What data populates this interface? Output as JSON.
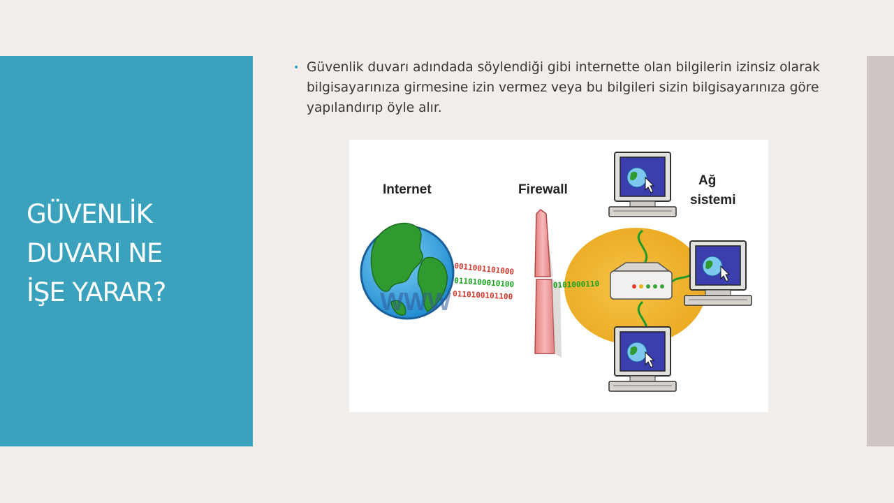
{
  "slide": {
    "title_lines": [
      "GÜVENLİK",
      "DUVARI NE",
      "İŞE YARAR?"
    ],
    "bullet": "Güvenlik duvarı adındada söylendiği gibi internette olan bilgilerin izinsiz olarak bilgisayarınıza girmesine izin vermez veya bu bilgileri sizin bilgisayarınıza göre yapılandırıp öyle alır.",
    "bullet_symbol": "•"
  },
  "diagram": {
    "labels": {
      "internet": "Internet",
      "firewall": "Firewall",
      "network_line1": "Ağ",
      "network_line2": "sistemi"
    },
    "globe_text": "WWW",
    "bits": {
      "top_red": "0011001101000",
      "middle_green": "0110100010100",
      "bottom_red": "0110100101100",
      "to_network_green": "0101000110"
    },
    "colors": {
      "panel": "#3ba2bd",
      "firewall": "#f0a0a0",
      "network_area": "#f0b830",
      "cable": "#1f9a2a",
      "bits_red": "#d23a30",
      "bits_green": "#19a21f"
    },
    "icons": [
      "globe-icon",
      "firewall-icon",
      "router-icon",
      "computer-icon",
      "cursor-icon"
    ]
  }
}
